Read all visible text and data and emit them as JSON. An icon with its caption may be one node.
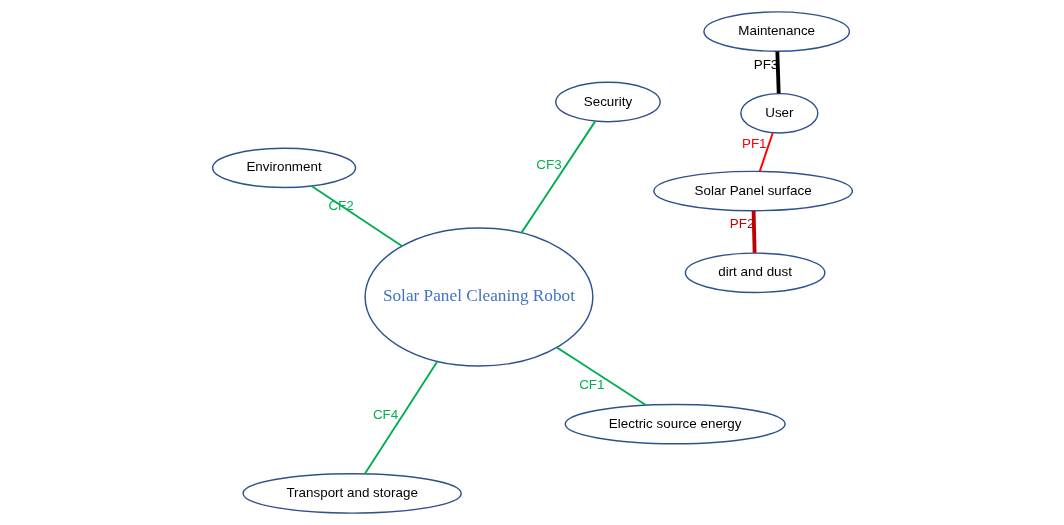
{
  "diagram": {
    "nodes": [
      {
        "text": [
          "Solar Panel surface"
        ]
      },
      {
        "text": [
          "User"
        ]
      },
      {
        "text": [
          "dirt and dust"
        ]
      },
      {
        "text": [
          "Solar Panel Cleaning Robot"
        ]
      },
      {
        "text": [
          "Maintenance"
        ]
      },
      {
        "text": [
          "Electric source energy"
        ]
      },
      {
        "text": [
          "Transport and storage"
        ]
      },
      {
        "text": [
          "Environment"
        ]
      },
      {
        "text": [
          "Security"
        ]
      }
    ],
    "edges": [
      {
        "from": 1,
        "to": 0,
        "arrow": "none",
        "label": "PF1",
        "color": "#ff0000"
      },
      {
        "from": 0,
        "to": 2,
        "arrow": "none",
        "label": "PF2",
        "style": "thick",
        "color": "#c00000"
      },
      {
        "from": 1,
        "to": 4,
        "arrow": "none",
        "label": "PF3",
        "style": "thick",
        "color": "#000000"
      },
      {
        "from": 3,
        "to": 5,
        "arrow": "none",
        "label": "CF1"
      },
      {
        "from": 3,
        "to": 7,
        "arrow": "none",
        "label": "CF2"
      },
      {
        "from": 3,
        "to": 8,
        "arrow": "none",
        "label": "CF3"
      },
      {
        "from": 3,
        "to": 6,
        "arrow": "none",
        "label": "CF4"
      }
    ]
  }
}
